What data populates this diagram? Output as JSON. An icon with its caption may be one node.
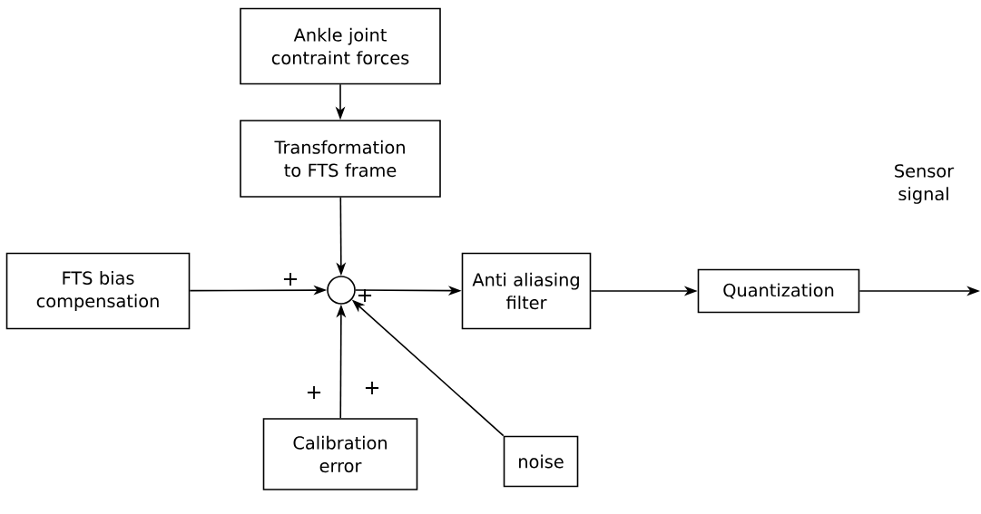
{
  "diagram": {
    "nodes": [
      {
        "text": [
          "Ankle joint contraint forces"
        ]
      },
      {
        "text": [
          "Transformation to FTS frame"
        ]
      },
      {
        "text": [
          "FTS bias compensation"
        ]
      },
      {
        "text": [],
        "shape": "circle"
      },
      {
        "text": [
          "Anti aliasing filter"
        ]
      },
      {
        "text": [
          "Quantization"
        ]
      },
      {
        "text": [
          "Calibration error"
        ]
      },
      {
        "text": [
          "noise"
        ]
      }
    ],
    "edges": [
      {
        "from": 0,
        "to": 1,
        "arrow": "to"
      },
      {
        "from": 1,
        "to": 3,
        "arrow": "to"
      },
      {
        "from": 2,
        "to": 3,
        "arrow": "to"
      },
      {
        "from": 6,
        "to": 3,
        "arrow": "to"
      },
      {
        "from": 7,
        "to": 3,
        "arrow": "to"
      },
      {
        "from": 3,
        "to": 4,
        "arrow": "to"
      },
      {
        "from": 4,
        "to": 5,
        "arrow": "to"
      },
      {
        "from": 5,
        "to": null,
        "arrow": "to",
        "label": "Sensor signal"
      }
    ],
    "labels": [
      "+",
      "+",
      "+",
      "+"
    ]
  }
}
